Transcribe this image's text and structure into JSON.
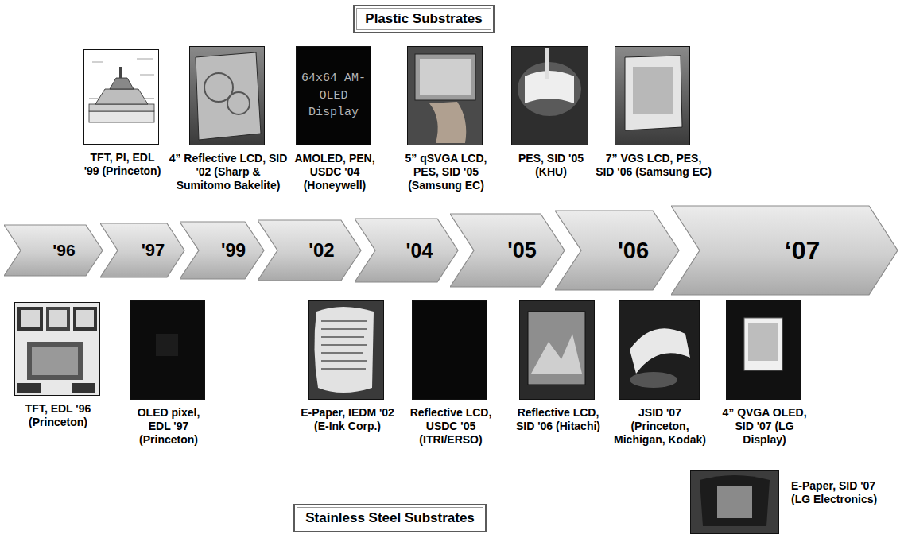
{
  "diagram": {
    "nodes": [
      {
        "text": [
          "Plastic Substrates"
        ]
      },
      {
        "text": [
          "TFT, PI, EDL '99 (Princeton)"
        ]
      },
      {
        "text": [
          "4” Reflective LCD, SID '02 (Sharp & Sumitomo Bakelite)"
        ]
      },
      {
        "text": [
          "64x64 AM-OLED Display",
          "AMOLED, PEN, USDC '04 (Honeywell)"
        ]
      },
      {
        "text": [
          "5” qSVGA LCD, PES, SID '05 (Samsung EC)"
        ]
      },
      {
        "text": [
          "PES, SID '05 (KHU)"
        ]
      },
      {
        "text": [
          "7” VGS LCD, PES, SID '06 (Samsung EC)"
        ]
      },
      {
        "text": [
          "'96"
        ]
      },
      {
        "text": [
          "'97"
        ]
      },
      {
        "text": [
          "'99"
        ]
      },
      {
        "text": [
          "'02"
        ]
      },
      {
        "text": [
          "'04"
        ]
      },
      {
        "text": [
          "'05"
        ]
      },
      {
        "text": [
          "'06"
        ]
      },
      {
        "text": [
          "‘07"
        ]
      },
      {
        "text": [
          "TFT, EDL '96 (Princeton)"
        ]
      },
      {
        "text": [
          "OLED pixel, EDL '97 (Princeton)"
        ]
      },
      {
        "text": [
          "E-Paper, IEDM '02 (E-Ink Corp.)"
        ]
      },
      {
        "text": [
          "Reflective LCD, USDC '05 (ITRI/ERSO)"
        ]
      },
      {
        "text": [
          "Reflective LCD, SID '06 (Hitachi)"
        ]
      },
      {
        "text": [
          "JSID '07 (Princeton, Michigan, Kodak)"
        ]
      },
      {
        "text": [
          "4” QVGA OLED, SID '07 (LG Display)"
        ]
      },
      {
        "text": [
          "E-Paper, SID '07 (LG Electronics)"
        ]
      },
      {
        "text": [
          "Stainless Steel Substrates"
        ]
      }
    ]
  }
}
